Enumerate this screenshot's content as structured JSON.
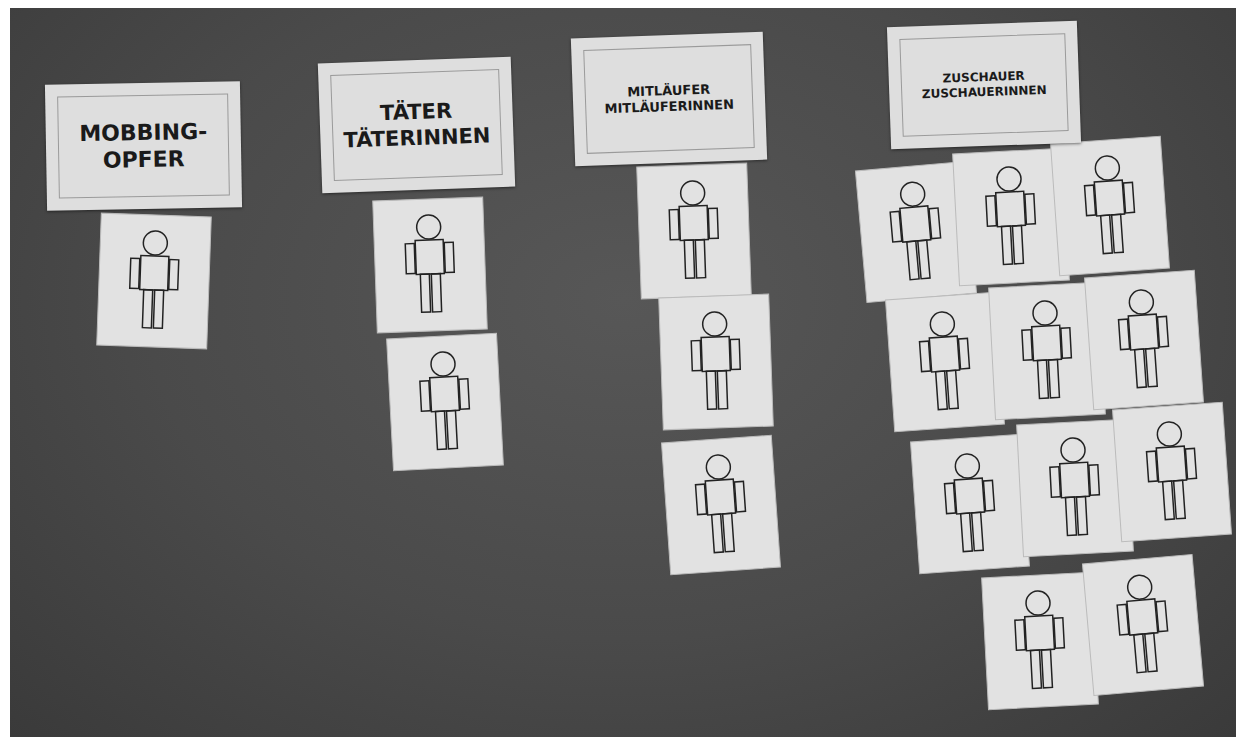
{
  "diagram": {
    "nodes": [
      {
        "text": [
          "MOBBING- OPFER"
        ]
      },
      {
        "text": [
          "TÄTER TÄTERINNEN"
        ]
      },
      {
        "text": [
          "MITLÄUFER MITLÄUFERINNEN"
        ]
      },
      {
        "text": [
          "ZUSCHAUER ZUSCHAUERINNEN"
        ]
      }
    ]
  }
}
